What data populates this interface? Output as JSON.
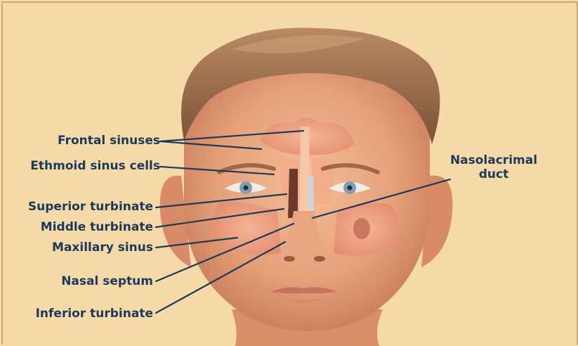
{
  "labels": {
    "frontal_sinuses": "Frontal sinuses",
    "ethmoid_sinus_cells": "Ethmoid sinus cells",
    "superior_turbinate": "Superior turbinate",
    "middle_turbinate": "Middle turbinate",
    "maxillary_sinus": "Maxillary sinus",
    "nasal_septum": "Nasal septum",
    "inferior_turbinate": "Inferior turbinate",
    "nasolacrimal_duct_line1": "Nasolacrimal",
    "nasolacrimal_duct_line2": "duct"
  },
  "colors": {
    "background": "#f6d9a8",
    "skin": "#e8a27c",
    "hair": "#9a6b4a",
    "sinus": "#f0a889",
    "label_text": "#1b3a5a",
    "leader_line": "#1b3a5a"
  }
}
